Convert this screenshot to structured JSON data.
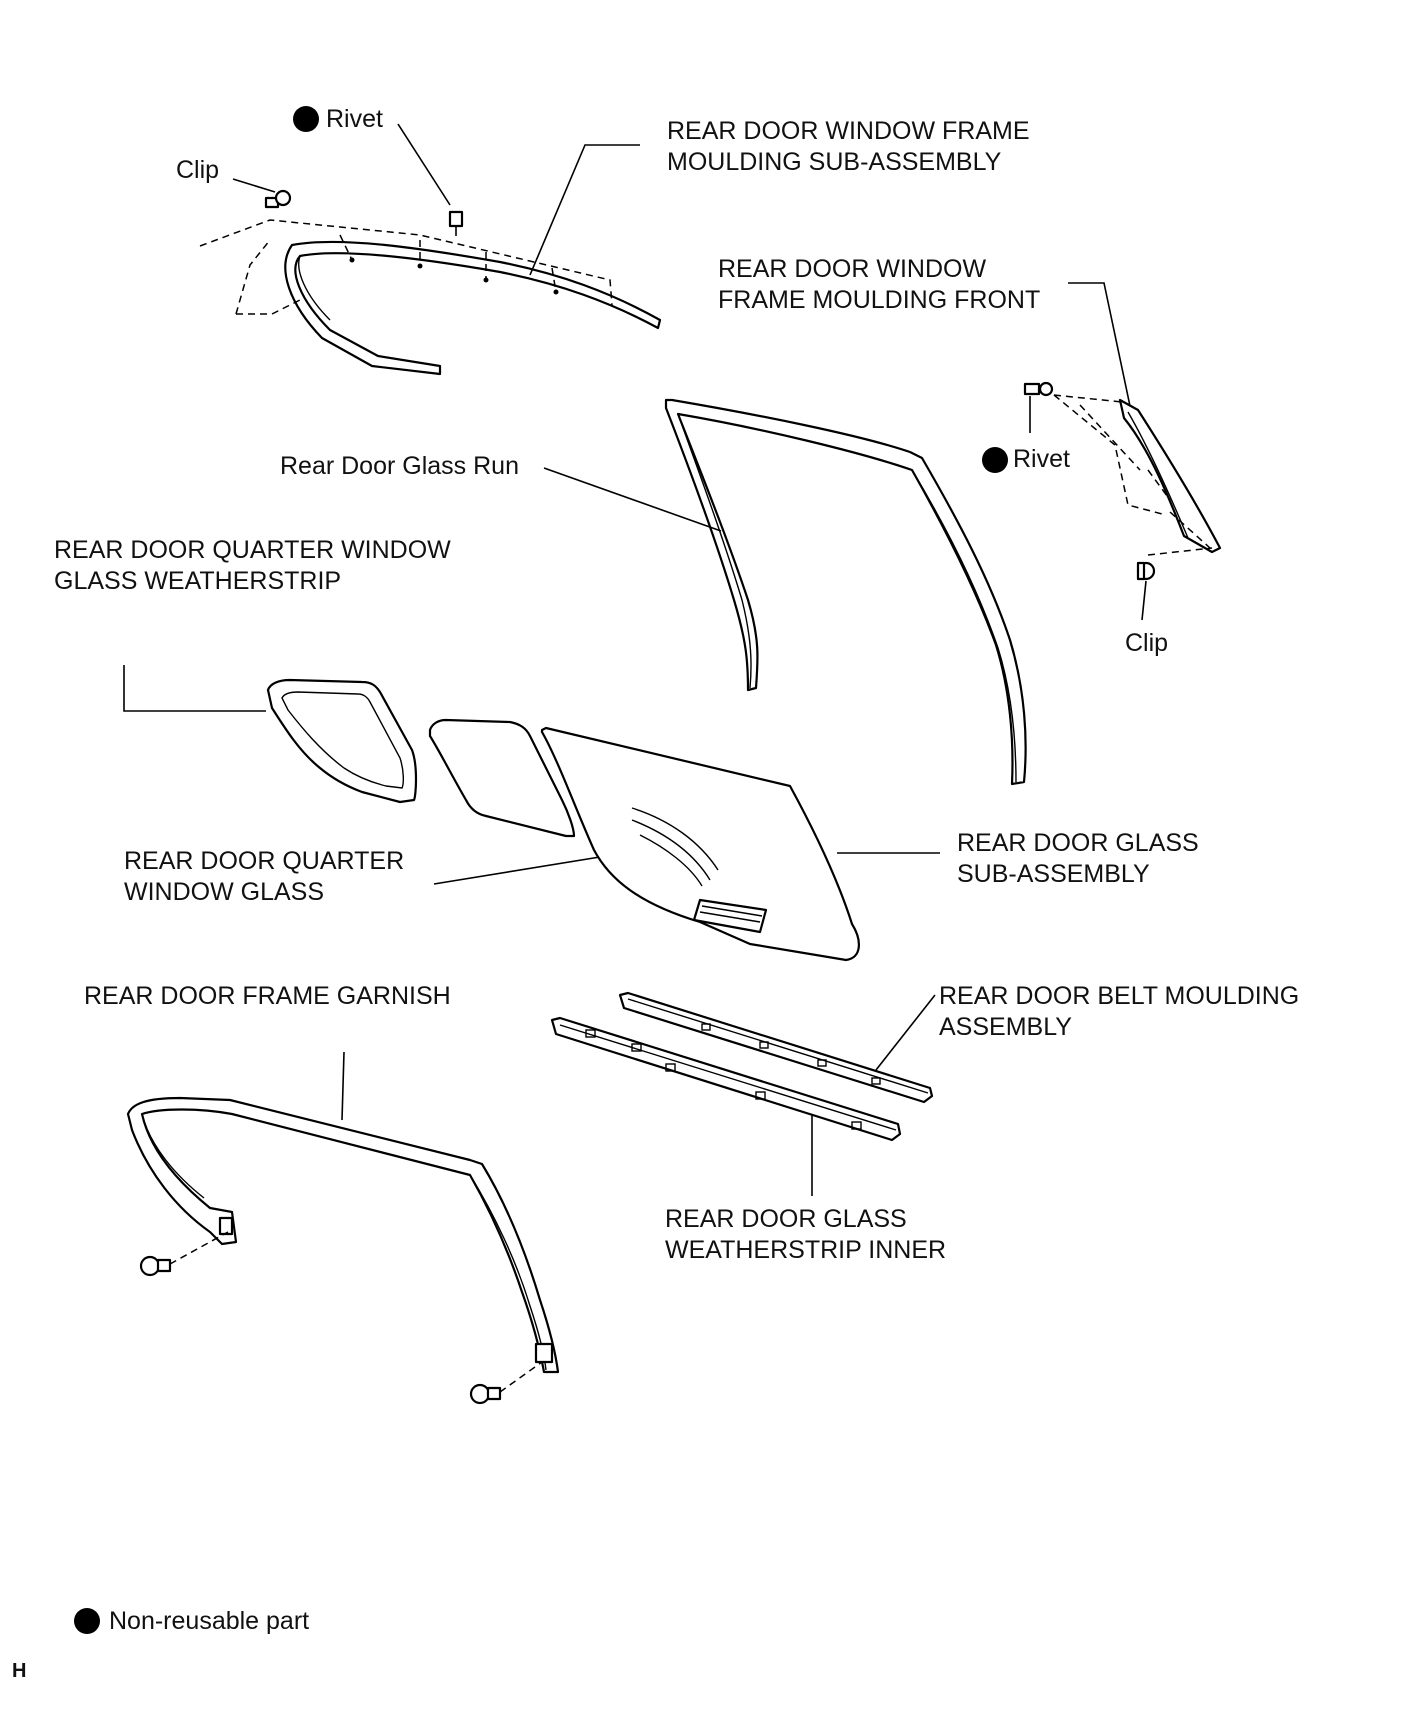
{
  "labels": {
    "rivet_top": "Rivet",
    "clip_top": "Clip",
    "frame_moulding_sub": [
      "REAR DOOR WINDOW FRAME",
      "MOULDING SUB-ASSEMBLY"
    ],
    "frame_moulding_front": [
      "REAR DOOR WINDOW",
      "FRAME MOULDING FRONT"
    ],
    "rivet_right": "Rivet",
    "clip_right": "Clip",
    "glass_run": "Rear Door Glass Run",
    "quarter_weatherstrip": [
      "REAR DOOR QUARTER WINDOW",
      "GLASS WEATHERSTRIP"
    ],
    "quarter_glass": [
      "REAR DOOR QUARTER",
      "WINDOW GLASS"
    ],
    "glass_sub": [
      "REAR DOOR GLASS",
      "SUB-ASSEMBLY"
    ],
    "frame_garnish": "REAR DOOR FRAME GARNISH",
    "belt_moulding": [
      "REAR DOOR BELT MOULDING",
      "ASSEMBLY"
    ],
    "weatherstrip_inner": [
      "REAR DOOR GLASS",
      "WEATHERSTRIP INNER"
    ],
    "legend": "Non-reusable part",
    "corner_mark": "H"
  },
  "non_reusable_marker": "filled-circle-icon"
}
